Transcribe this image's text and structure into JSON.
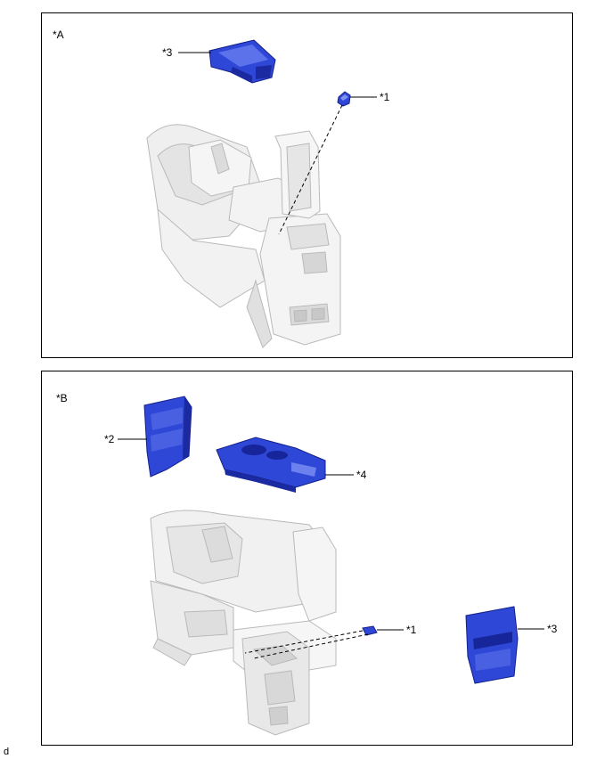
{
  "panel_a": {
    "tag": "*A",
    "callouts": {
      "part1": "*1",
      "part3": "*3"
    }
  },
  "panel_b": {
    "tag": "*B",
    "callouts": {
      "part1": "*1",
      "part2": "*2",
      "part3": "*3",
      "part4": "*4"
    }
  },
  "footer_code": "d",
  "colors": {
    "part_fill": "#2f47d6",
    "part_dark": "#12208a",
    "part_light": "#7f92f0",
    "vehicle_fill": "#efefef",
    "vehicle_line": "#b9b9b9",
    "leader": "#000000"
  }
}
